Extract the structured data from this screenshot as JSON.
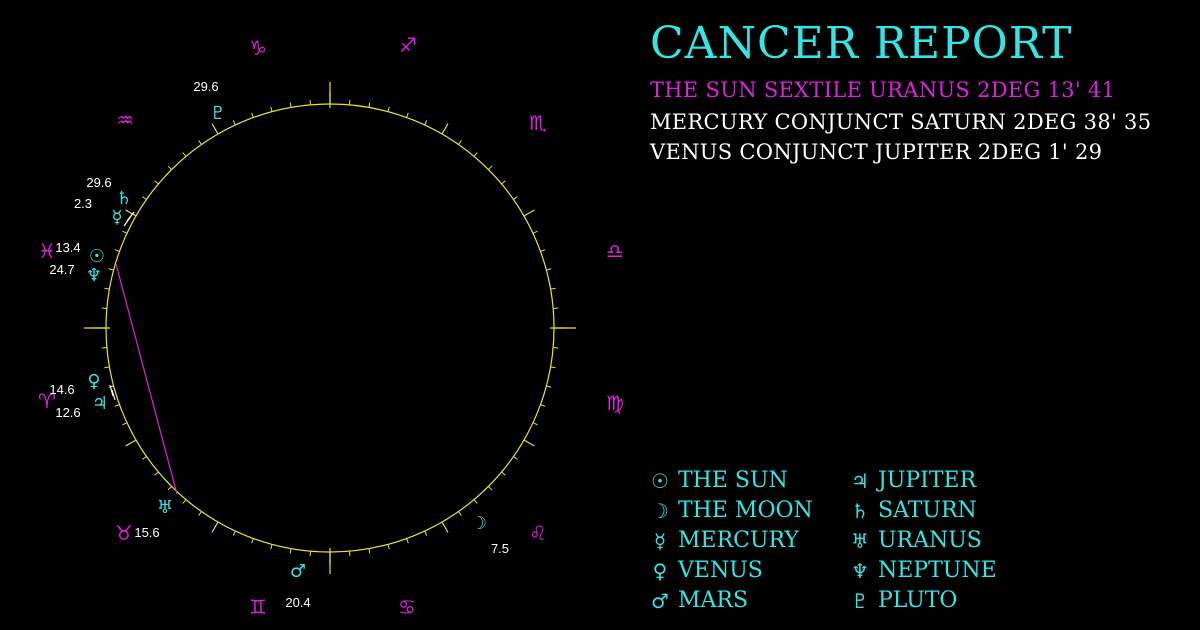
{
  "report": {
    "title": "CANCER REPORT",
    "title_color": "#33e6e6",
    "aspects": [
      {
        "text": "THE SUN SEXTILE URANUS 2DEG 13' 41",
        "color": "#e020e0"
      },
      {
        "text": "MERCURY CONJUNCT SATURN 2DEG 38' 35",
        "color": "#ffffff"
      },
      {
        "text": "VENUS CONJUNCT JUPITER 2DEG 1' 29",
        "color": "#ffffff"
      }
    ]
  },
  "colors": {
    "background": "#000000",
    "wheel": "#e6e62e",
    "sign": "#e020e0",
    "planet": "#33e6e6",
    "degree_label": "#ffffff",
    "aspect_line": "#e020e0"
  },
  "zodiac_signs": [
    {
      "name": "capricorn",
      "glyph": "♑"
    },
    {
      "name": "sagittarius",
      "glyph": "♐"
    },
    {
      "name": "aquarius",
      "glyph": "♒"
    },
    {
      "name": "scorpio",
      "glyph": "♏"
    },
    {
      "name": "pisces",
      "glyph": "♓"
    },
    {
      "name": "libra",
      "glyph": "♎"
    },
    {
      "name": "aries",
      "glyph": "♈"
    },
    {
      "name": "virgo",
      "glyph": "♍"
    },
    {
      "name": "taurus",
      "glyph": "♉"
    },
    {
      "name": "leo",
      "glyph": "♌"
    },
    {
      "name": "gemini",
      "glyph": "♊"
    },
    {
      "name": "cancer",
      "glyph": "♋"
    }
  ],
  "planets": [
    {
      "name": "pluto",
      "glyph": "♇",
      "degree": "29.6"
    },
    {
      "name": "saturn",
      "glyph": "♄",
      "degree": "29.6"
    },
    {
      "name": "mercury",
      "glyph": "☿",
      "degree": "2.3"
    },
    {
      "name": "sun",
      "glyph": "☉",
      "degree": "13.4"
    },
    {
      "name": "neptune",
      "glyph": "♆",
      "degree": "24.7"
    },
    {
      "name": "venus",
      "glyph": "♀",
      "degree": "14.6"
    },
    {
      "name": "jupiter",
      "glyph": "♃",
      "degree": "12.6"
    },
    {
      "name": "uranus",
      "glyph": "♅",
      "degree": "15.6"
    },
    {
      "name": "mars",
      "glyph": "♂",
      "degree": "20.4"
    },
    {
      "name": "moon",
      "glyph": "☽",
      "degree": "7.5"
    }
  ],
  "legend": [
    {
      "glyph": "☉",
      "label": "THE SUN"
    },
    {
      "glyph": "☽",
      "label": "THE MOON"
    },
    {
      "glyph": "☿",
      "label": "MERCURY"
    },
    {
      "glyph": "♀",
      "label": "VENUS"
    },
    {
      "glyph": "♂",
      "label": "MARS"
    },
    {
      "glyph": "♃",
      "label": "JUPITER"
    },
    {
      "glyph": "♄",
      "label": "SATURN"
    },
    {
      "glyph": "♅",
      "label": "URANUS"
    },
    {
      "glyph": "♆",
      "label": "NEPTUNE"
    },
    {
      "glyph": "♇",
      "label": "PLUTO"
    }
  ]
}
